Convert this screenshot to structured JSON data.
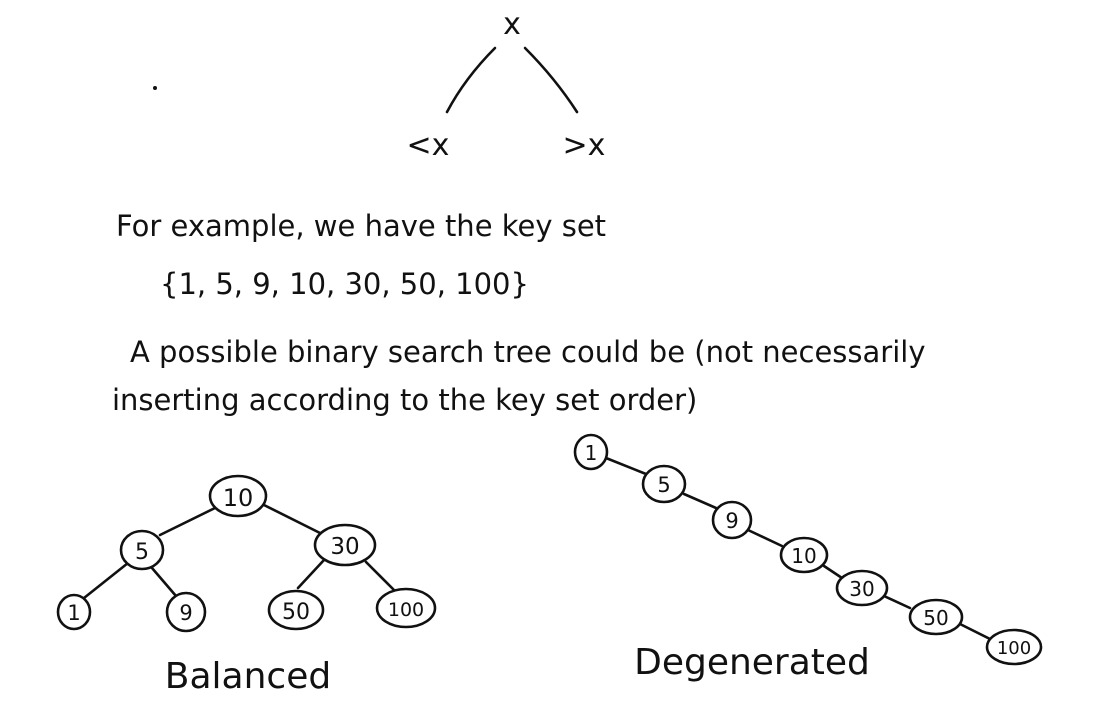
{
  "rule": {
    "root": "x",
    "left": "<x",
    "right": ">x"
  },
  "text": {
    "line1": "For example, we have the key set",
    "line2": "{1, 5, 9, 10, 30, 50, 100}",
    "line3": "A possible binary search tree could be (not necessarily",
    "line4": "inserting according to the key set order)"
  },
  "balanced": {
    "caption": "Balanced",
    "nodes": [
      "10",
      "5",
      "30",
      "1",
      "9",
      "50",
      "100"
    ]
  },
  "degenerated": {
    "caption": "Degenerated",
    "nodes": [
      "1",
      "5",
      "9",
      "10",
      "30",
      "50",
      "100"
    ]
  }
}
